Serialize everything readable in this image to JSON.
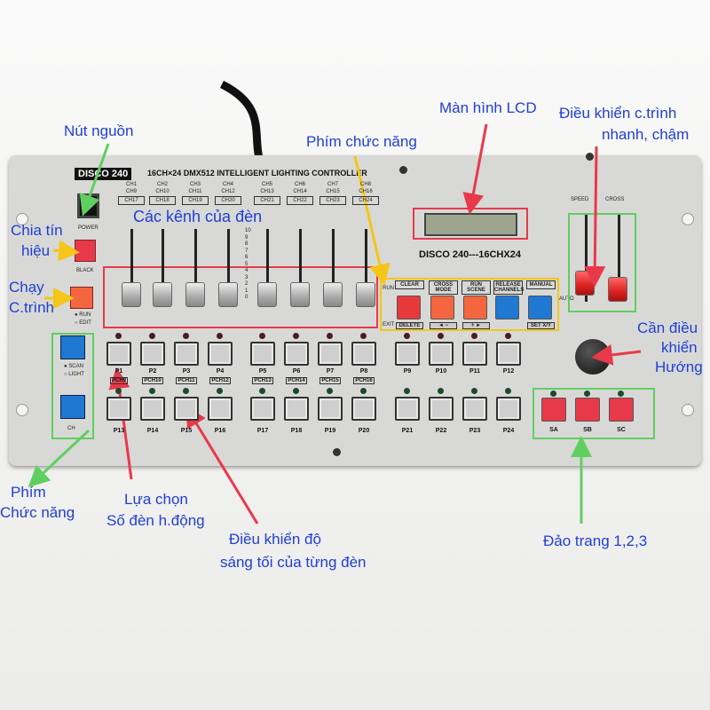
{
  "device": {
    "brand": "DISCO 240",
    "subtitle": "16CH×24 DMX512 INTELLIGENT LIGHTING CONTROLLER",
    "model": "DISCO 240---16CHX24",
    "channels": [
      [
        "CH1",
        "CH9",
        "CH17"
      ],
      [
        "CH2",
        "CH10",
        "CH18"
      ],
      [
        "CH3",
        "CH11",
        "CH19"
      ],
      [
        "CH4",
        "CH12",
        "CH20"
      ],
      [
        "CH5",
        "CH13",
        "CH21"
      ],
      [
        "CH6",
        "CH14",
        "CH22"
      ],
      [
        "CH7",
        "CH15",
        "CH23"
      ],
      [
        "CH8",
        "CH16",
        "CH24"
      ]
    ],
    "scale": [
      "10",
      "9",
      "8",
      "7",
      "6",
      "5",
      "4",
      "3",
      "2",
      "1",
      "0"
    ],
    "power": "POWER",
    "black": "BLACK",
    "run": "● RUN",
    "edit": "○ EDIT",
    "scan": "● SCAN",
    "light": "○ LIGHT",
    "chpage": "CH",
    "speed": "SPEED",
    "cross": "CROSS",
    "auto": "AUTO",
    "run_side": "RUN",
    "exit_side": "EXIT",
    "functions": [
      {
        "top": "CLEAR",
        "bottom": "DELETE",
        "color": "#e8393a"
      },
      {
        "top": "CROSS MODE",
        "bottom": "◄ −",
        "color": "#f4663f"
      },
      {
        "top": "RUN SCENE",
        "bottom": "+ ►",
        "color": "#f4663f"
      },
      {
        "top": "RELEASE CHANNELS",
        "bottom": "",
        "color": "#1f78d1"
      },
      {
        "top": "MANUAL",
        "bottom": "SET X/Y",
        "color": "#1f78d1"
      }
    ],
    "row1": [
      "P1",
      "P2",
      "P3",
      "P4",
      "P5",
      "P6",
      "P7",
      "P8",
      "P9",
      "P10",
      "P11",
      "P12"
    ],
    "pch": [
      "PCH9",
      "PCH10",
      "PCH11",
      "PCH12",
      "PCH13",
      "PCH14",
      "PCH15",
      "PCH16"
    ],
    "row2": [
      "P13",
      "P14",
      "P15",
      "P16",
      "P17",
      "P18",
      "P19",
      "P20",
      "P21",
      "P22",
      "P23",
      "P24"
    ],
    "pages": [
      "SA",
      "SB",
      "SC"
    ]
  },
  "annotations": {
    "power": "Nút nguồn",
    "split": [
      "Chia tín",
      "hiệu"
    ],
    "run": [
      "Chạy",
      "C.trình"
    ],
    "func_top": "Phím chức năng",
    "channels": "Các kênh của đèn",
    "lcd": "Màn hình LCD",
    "speed": [
      "Điều khiển c.trình",
      "nhanh, chậm"
    ],
    "joystick": [
      "Cần điều",
      "khiển",
      "Hướng"
    ],
    "func_left": [
      "Phím",
      "Chức năng"
    ],
    "select": [
      "Lựa chọn",
      "Số đèn h.động"
    ],
    "dimmer": [
      "Điều khiển độ",
      "sáng tối của từng đèn"
    ],
    "pages": "Đảo trang 1,2,3"
  },
  "colors": {
    "annotation": "#1f3fd6",
    "red": "#e8394a",
    "green": "#5fcf5f",
    "yellow": "#f5c518"
  }
}
